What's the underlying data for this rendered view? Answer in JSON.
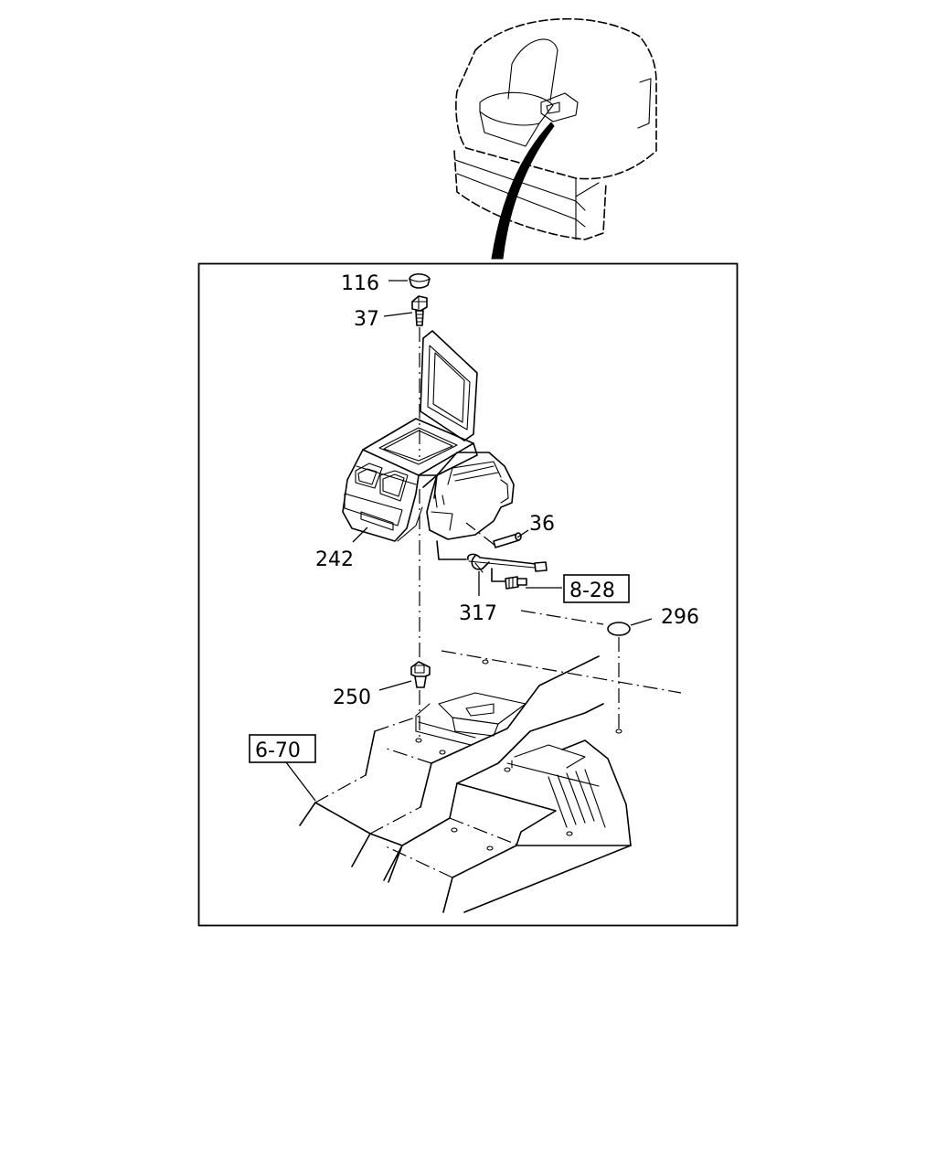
{
  "callouts": {
    "c116": "116",
    "c37": "37",
    "c36": "36",
    "c242": "242",
    "c317": "317",
    "c296": "296",
    "c250": "250"
  },
  "references": {
    "r828": "8-28",
    "r670": "6-70"
  }
}
